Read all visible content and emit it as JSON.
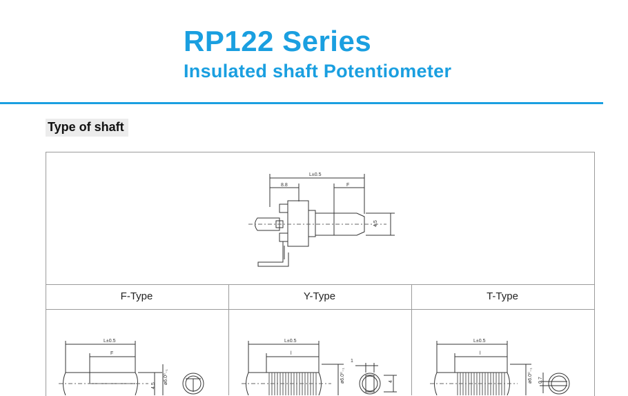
{
  "header": {
    "title": "RP122 Series",
    "subtitle": "Insulated shaft Potentiometer"
  },
  "section": {
    "title": "Type of shaft"
  },
  "main_drawing": {
    "dim_length": "L±0.5",
    "dim_left": "8.8",
    "dim_flat": "F",
    "dim_height": "4.5"
  },
  "types": [
    {
      "label": "F-Type",
      "dim_length": "L±0.5",
      "dim_flat": "F",
      "dim_height": "4.5",
      "dim_dia": "ø6.0⁰₋₁"
    },
    {
      "label": "Y-Type",
      "dim_length": "L±0.5",
      "dim_knurl": "l",
      "dim_dia": "ø6.0⁰₋₁",
      "dim_slot": "1",
      "dim_side": "4"
    },
    {
      "label": "T-Type",
      "dim_length": "L±0.5",
      "dim_knurl": "l",
      "dim_dia": "ø6.0⁰₋₁",
      "dim_slot": "0.7"
    }
  ]
}
